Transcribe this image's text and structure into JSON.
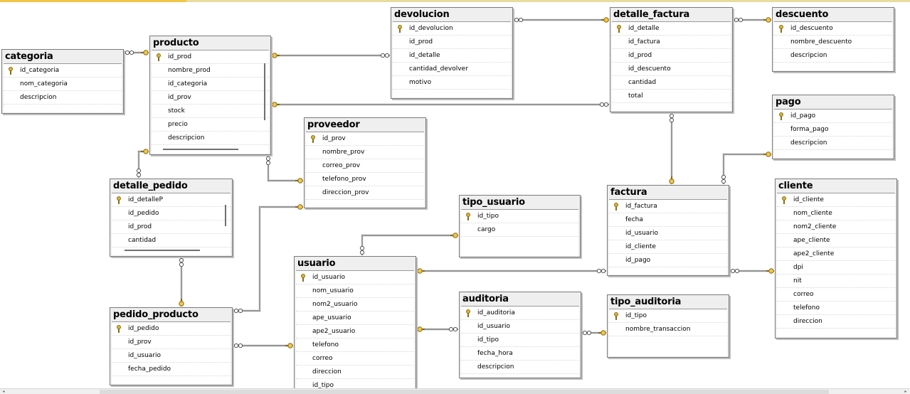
{
  "tables": [
    {
      "id": "categoria",
      "title": "categoria",
      "columns": [
        {
          "name": "id_categoria",
          "pk": true
        },
        {
          "name": "nom_categoria",
          "pk": false
        },
        {
          "name": "descripcion",
          "pk": false
        }
      ]
    },
    {
      "id": "producto",
      "title": "producto",
      "columns": [
        {
          "name": "id_prod",
          "pk": true
        },
        {
          "name": "nombre_prod",
          "pk": false
        },
        {
          "name": "id_categoria",
          "pk": false
        },
        {
          "name": "id_prov",
          "pk": false
        },
        {
          "name": "stock",
          "pk": false
        },
        {
          "name": "precio",
          "pk": false
        },
        {
          "name": "descripcion",
          "pk": false
        }
      ]
    },
    {
      "id": "devolucion",
      "title": "devolucion",
      "columns": [
        {
          "name": "id_devolucion",
          "pk": true
        },
        {
          "name": "id_prod",
          "pk": false
        },
        {
          "name": "id_detalle",
          "pk": false
        },
        {
          "name": "cantidad_devolver",
          "pk": false
        },
        {
          "name": "motivo",
          "pk": false
        }
      ]
    },
    {
      "id": "detalle_factura",
      "title": "detalle_factura",
      "columns": [
        {
          "name": "id_detalle",
          "pk": true
        },
        {
          "name": "id_factura",
          "pk": false
        },
        {
          "name": "id_prod",
          "pk": false
        },
        {
          "name": "id_descuento",
          "pk": false
        },
        {
          "name": "cantidad",
          "pk": false
        },
        {
          "name": "total",
          "pk": false
        }
      ]
    },
    {
      "id": "descuento",
      "title": "descuento",
      "columns": [
        {
          "name": "id_descuento",
          "pk": true
        },
        {
          "name": "nombre_descuento",
          "pk": false
        },
        {
          "name": "descripcion",
          "pk": false
        }
      ]
    },
    {
      "id": "pago",
      "title": "pago",
      "columns": [
        {
          "name": "id_pago",
          "pk": true
        },
        {
          "name": "forma_pago",
          "pk": false
        },
        {
          "name": "descripcion",
          "pk": false
        }
      ]
    },
    {
      "id": "proveedor",
      "title": "proveedor",
      "columns": [
        {
          "name": "id_prov",
          "pk": true
        },
        {
          "name": "nombre_prov",
          "pk": false
        },
        {
          "name": "correo_prov",
          "pk": false
        },
        {
          "name": "telefono_prov",
          "pk": false
        },
        {
          "name": "direccion_prov",
          "pk": false
        }
      ]
    },
    {
      "id": "detalle_pedido",
      "title": "detalle_pedido",
      "columns": [
        {
          "name": "id_detalleP",
          "pk": true
        },
        {
          "name": "id_pedido",
          "pk": false
        },
        {
          "name": "id_prod",
          "pk": false
        },
        {
          "name": "cantidad",
          "pk": false
        }
      ]
    },
    {
      "id": "tipo_usuario",
      "title": "tipo_usuario",
      "columns": [
        {
          "name": "id_tipo",
          "pk": true
        },
        {
          "name": "cargo",
          "pk": false
        }
      ]
    },
    {
      "id": "factura",
      "title": "factura",
      "columns": [
        {
          "name": "id_factura",
          "pk": true
        },
        {
          "name": "fecha",
          "pk": false
        },
        {
          "name": "id_usuario",
          "pk": false
        },
        {
          "name": "id_cliente",
          "pk": false
        },
        {
          "name": "id_pago",
          "pk": false
        }
      ]
    },
    {
      "id": "cliente",
      "title": "cliente",
      "columns": [
        {
          "name": "id_cliente",
          "pk": true
        },
        {
          "name": "nom_cliente",
          "pk": false
        },
        {
          "name": "nom2_cliente",
          "pk": false
        },
        {
          "name": "ape_cliente",
          "pk": false
        },
        {
          "name": "ape2_cliente",
          "pk": false
        },
        {
          "name": "dpi",
          "pk": false
        },
        {
          "name": "nit",
          "pk": false
        },
        {
          "name": "correo",
          "pk": false
        },
        {
          "name": "telefono",
          "pk": false
        },
        {
          "name": "direccion",
          "pk": false
        }
      ]
    },
    {
      "id": "usuario",
      "title": "usuario",
      "columns": [
        {
          "name": "id_usuario",
          "pk": true
        },
        {
          "name": "nom_usuario",
          "pk": false
        },
        {
          "name": "nom2_usuario",
          "pk": false
        },
        {
          "name": "ape_usuario",
          "pk": false
        },
        {
          "name": "ape2_usuario",
          "pk": false
        },
        {
          "name": "telefono",
          "pk": false
        },
        {
          "name": "correo",
          "pk": false
        },
        {
          "name": "direccion",
          "pk": false
        },
        {
          "name": "id_tipo",
          "pk": false
        }
      ]
    },
    {
      "id": "auditoria",
      "title": "auditoria",
      "columns": [
        {
          "name": "id_auditoria",
          "pk": true
        },
        {
          "name": "id_usuario",
          "pk": false
        },
        {
          "name": "id_tipo",
          "pk": false
        },
        {
          "name": "fecha_hora",
          "pk": false
        },
        {
          "name": "descripcion",
          "pk": false
        }
      ]
    },
    {
      "id": "tipo_auditoria",
      "title": "tipo_auditoria",
      "columns": [
        {
          "name": "id_tipo",
          "pk": true
        },
        {
          "name": "nombre_transaccion",
          "pk": false
        }
      ]
    },
    {
      "id": "pedido_producto",
      "title": "pedido_producto",
      "columns": [
        {
          "name": "id_pedido",
          "pk": true
        },
        {
          "name": "id_prov",
          "pk": false
        },
        {
          "name": "id_usuario",
          "pk": false
        },
        {
          "name": "fecha_pedido",
          "pk": false
        }
      ]
    }
  ],
  "relationships": [
    {
      "from": "categoria",
      "to": "producto"
    },
    {
      "from": "producto",
      "to": "devolucion"
    },
    {
      "from": "devolucion",
      "to": "detalle_factura"
    },
    {
      "from": "detalle_factura",
      "to": "descuento"
    },
    {
      "from": "producto",
      "to": "detalle_factura"
    },
    {
      "from": "producto",
      "to": "detalle_pedido"
    },
    {
      "from": "producto",
      "to": "proveedor"
    },
    {
      "from": "detalle_factura",
      "to": "factura"
    },
    {
      "from": "pago",
      "to": "factura"
    },
    {
      "from": "factura",
      "to": "cliente"
    },
    {
      "from": "tipo_usuario",
      "to": "usuario"
    },
    {
      "from": "usuario",
      "to": "factura"
    },
    {
      "from": "proveedor",
      "to": "pedido_producto"
    },
    {
      "from": "detalle_pedido",
      "to": "pedido_producto"
    },
    {
      "from": "pedido_producto",
      "to": "usuario"
    },
    {
      "from": "usuario",
      "to": "auditoria"
    },
    {
      "from": "auditoria",
      "to": "tipo_auditoria"
    }
  ],
  "colors": {
    "key": "#d9b43a",
    "link": "#555555",
    "endpoint": "#f2c649",
    "header": "#efefef",
    "border": "#7a7a7a"
  }
}
